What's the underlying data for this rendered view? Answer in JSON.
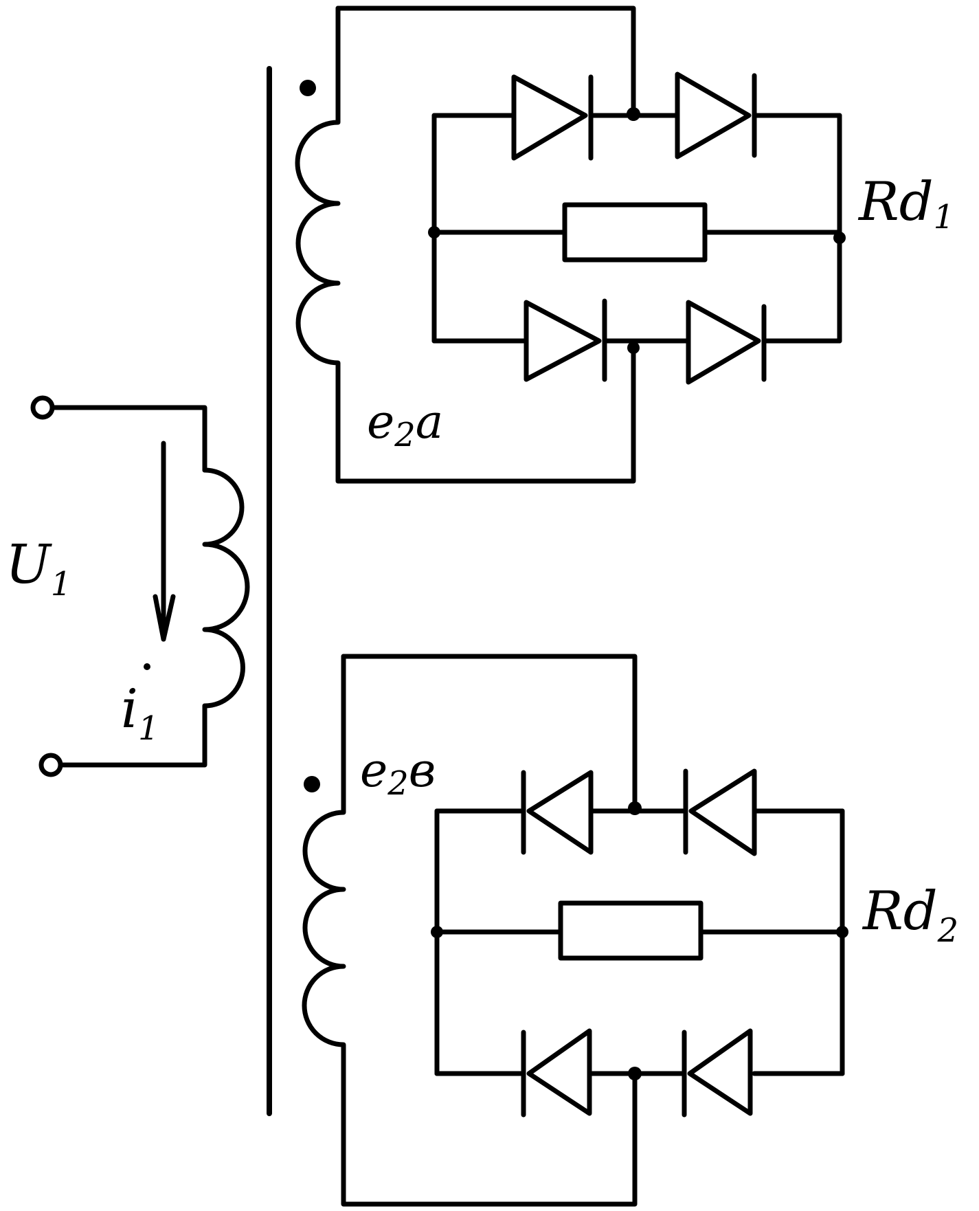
{
  "diagram": {
    "labels": {
      "u1": "U",
      "u1_sub": "1",
      "i1": "i",
      "i1_sub": "1",
      "e2a": "e",
      "e2a_sub": "2",
      "e2a_tail": "a",
      "e2b": "e",
      "e2b_sub": "2",
      "e2b_tail": "в",
      "rd1": "Rd",
      "rd1_sub": "1",
      "rd2": "Rd",
      "rd2_sub": "2"
    }
  }
}
